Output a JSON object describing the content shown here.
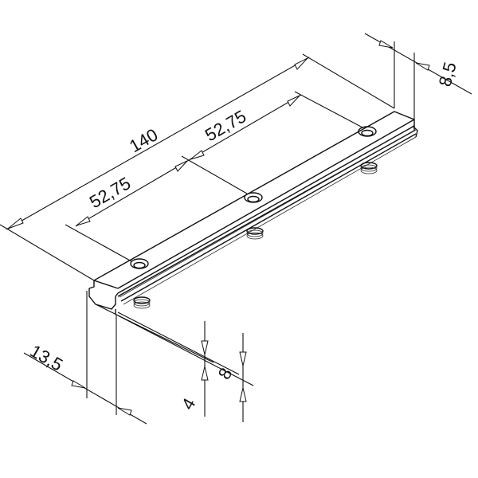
{
  "drawing": {
    "subject": "connector rail with threaded inserts",
    "dimensions": {
      "overall_length": "140",
      "spacing_left": "52,75",
      "spacing_right": "52,75",
      "width": "8,5",
      "depth": "13,5",
      "height_small": "4",
      "height_large": "8"
    },
    "fastener_count": 3,
    "line_color": "#111111",
    "background_color": "#ffffff"
  }
}
